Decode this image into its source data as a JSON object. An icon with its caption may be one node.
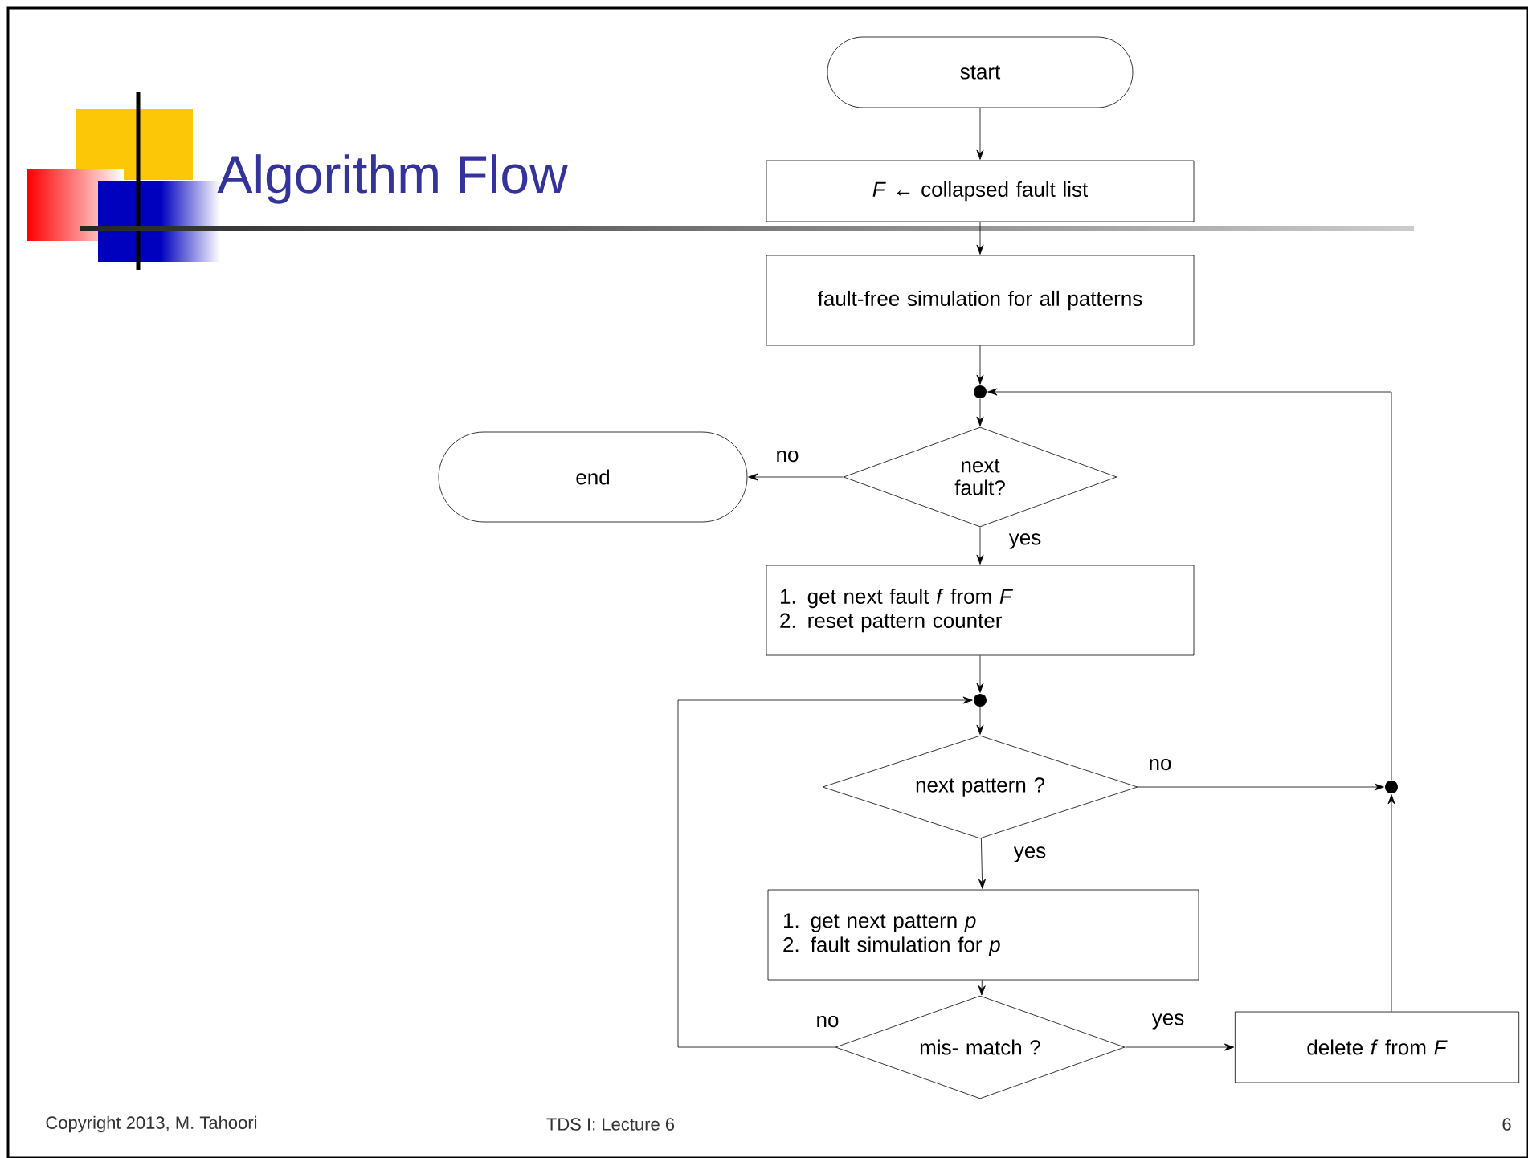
{
  "diagram": {
    "title": "Algorithm Flow",
    "nodes": [
      {
        "text": [
          "start"
        ]
      },
      {
        "text": [
          "*F* ← collapsed fault list"
        ]
      },
      {
        "text": [
          "fault-free simulation for all patterns"
        ]
      },
      {
        "text": [],
        "shape": "circle"
      },
      {
        "text": [
          "next fault?"
        ]
      },
      {
        "text": [
          "end"
        ]
      },
      {
        "text": [
          "1. get next fault *f* from *F*",
          "2. reset pattern counter"
        ]
      },
      {
        "text": [],
        "shape": "circle"
      },
      {
        "text": [
          "next pattern ?"
        ]
      },
      {
        "text": [],
        "shape": "circle"
      },
      {
        "text": [
          "1. get next pattern *p*",
          "2. fault simulation for *p*"
        ]
      },
      {
        "text": [
          "mis- match ?"
        ]
      },
      {
        "text": [
          "delete *f* from *F*"
        ]
      }
    ],
    "edges": [
      {
        "from": 0,
        "to": 1,
        "arrow": "to"
      },
      {
        "from": 1,
        "to": 2,
        "arrow": "to"
      },
      {
        "from": 2,
        "to": 3,
        "arrow": "to"
      },
      {
        "from": 3,
        "to": 4,
        "arrow": "to"
      },
      {
        "from": 4,
        "to": 5,
        "arrow": "to",
        "label": "no"
      },
      {
        "from": 4,
        "to": 6,
        "arrow": "to",
        "label": "yes"
      },
      {
        "from": 6,
        "to": 7,
        "arrow": "to"
      },
      {
        "from": 7,
        "to": 8,
        "arrow": "to"
      },
      {
        "from": 8,
        "to": 9,
        "arrow": "to",
        "label": "no"
      },
      {
        "from": 8,
        "to": 10,
        "arrow": "to",
        "label": "yes"
      },
      {
        "from": 10,
        "to": 11,
        "arrow": "to"
      },
      {
        "from": 11,
        "to": 12,
        "arrow": "to",
        "label": "yes"
      },
      {
        "from": 11,
        "to": 7,
        "arrow": "to",
        "label": "no"
      },
      {
        "from": 12,
        "to": 9,
        "arrow": "to"
      },
      {
        "from": 9,
        "to": 3,
        "arrow": "to"
      }
    ],
    "labels": [
      "Copyright 2013, M. Tahoori",
      "TDS I: Lecture 6",
      "6"
    ]
  }
}
